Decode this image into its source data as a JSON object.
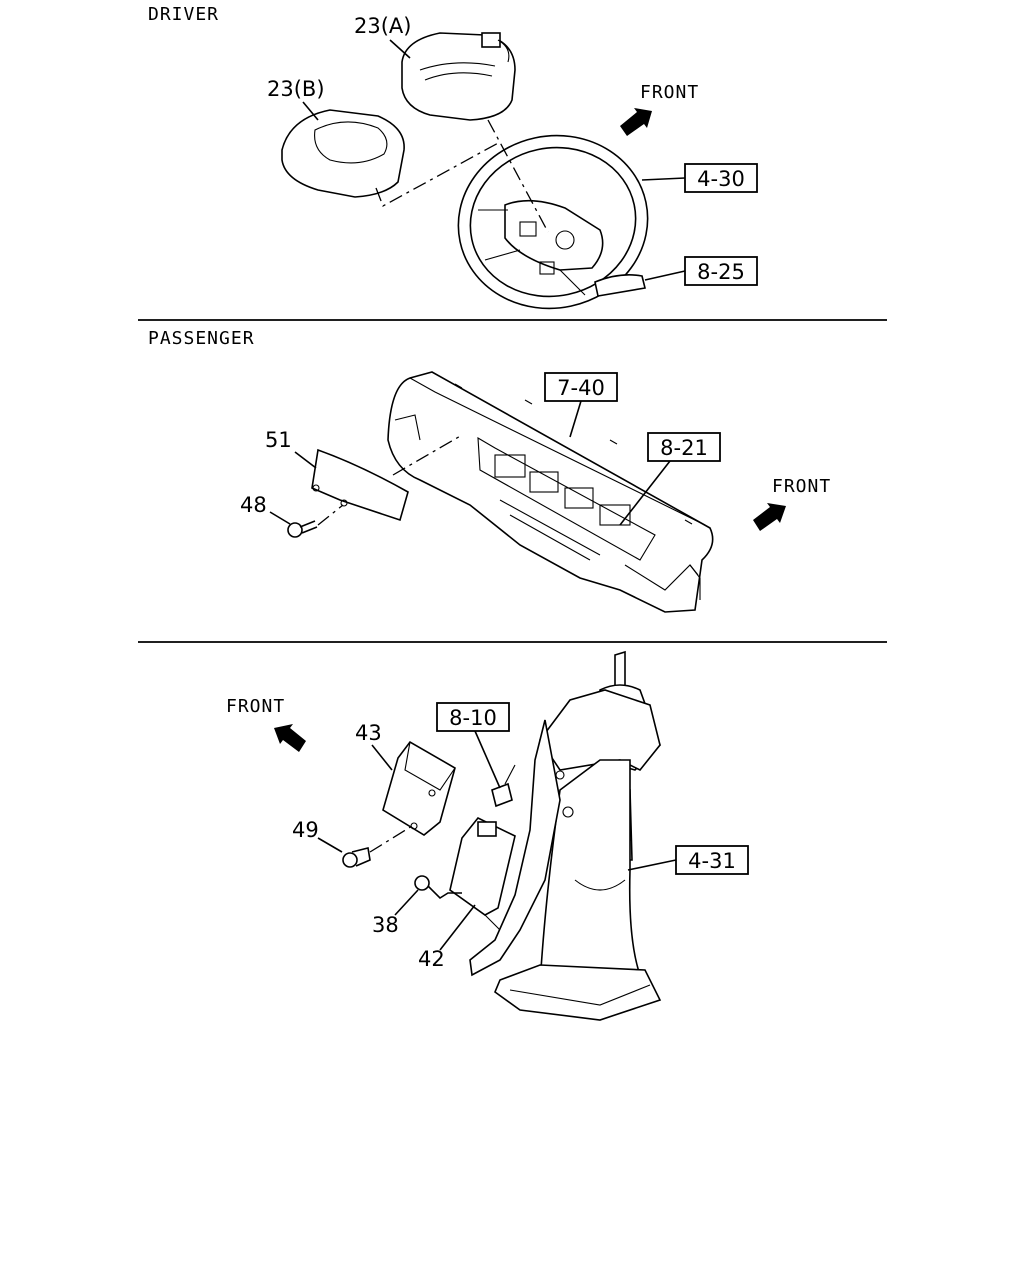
{
  "sections": {
    "driver": "DRIVER",
    "passenger": "PASSENGER"
  },
  "front_labels": {
    "driver": "FRONT",
    "passenger": "FRONT",
    "column": "FRONT"
  },
  "callouts": {
    "c23a": "23(A)",
    "c23b": "23(B)",
    "c51": "51",
    "c48": "48",
    "c43": "43",
    "c49": "49",
    "c38": "38",
    "c42": "42"
  },
  "references": {
    "r430": "4-30",
    "r825": "8-25",
    "r740": "7-40",
    "r821": "8-21",
    "r810": "8-10",
    "r431": "4-31"
  }
}
